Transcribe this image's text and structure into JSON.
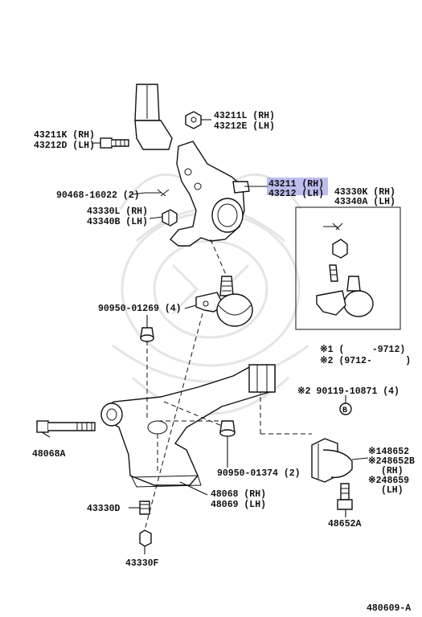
{
  "diagram": {
    "labels": {
      "l43211L": "43211L (RH)",
      "l43212E": "43212E (LH)",
      "l43211K": "43211K (RH)",
      "l43212D": "43212D (LH)",
      "l43211": "43211 (RH)",
      "l43212": "43212 (LH)",
      "l43330K": "43330K (RH)",
      "l43340A": "43340A (LH)",
      "l90468": "90468-16022 (2)",
      "l43330L": "43330L (RH)",
      "l43340B": "43340B (LH)",
      "l90950a": "90950-01269 (4)",
      "l_note1": "※1 (     -9712)",
      "l_note2": "※2 (9712-      )",
      "l90119": "※2 90119-10871 (4)",
      "l_b": "B",
      "l48068A": "48068A",
      "l148652": "※148652",
      "l248652B": "※248652B",
      "l_rh": "(RH)",
      "l248659": "※248659",
      "l_lh": "(LH)",
      "l90950b": "90950-01374 (2)",
      "l48068": "48068 (RH)",
      "l48069": "48069 (LH)",
      "l43330D": "43330D",
      "l48652A": "48652A",
      "l43330F": "43330F",
      "l_code": "480609-A"
    },
    "highlight_color": "#9a9ae6",
    "icons": {
      "watermark": "samurai-helmet-watermark"
    }
  }
}
